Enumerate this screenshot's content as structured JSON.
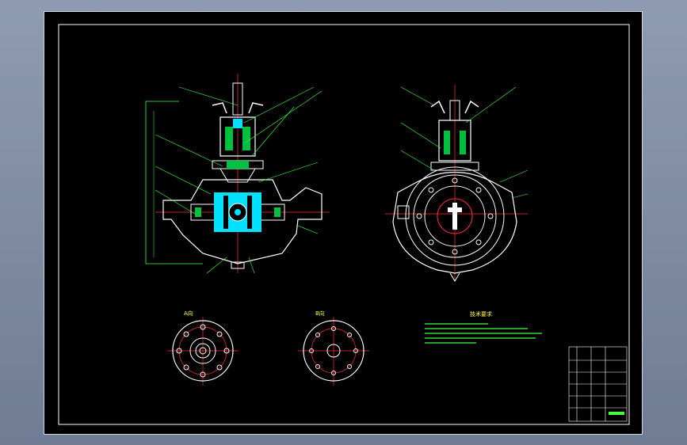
{
  "window": {
    "background_top": "#8e9bb0",
    "background_bottom": "#6f7c93"
  },
  "drawing": {
    "view_a_label": "A向",
    "view_b_label": "B向",
    "tech_req_title": "技术要求",
    "colors": {
      "frame": "#ffffff",
      "outline": "#ffffff",
      "center_line": "#ff3030",
      "section": "#00e0ff",
      "fill_green": "#00c040",
      "leader": "#40ff40",
      "text": "#ffff40"
    }
  }
}
